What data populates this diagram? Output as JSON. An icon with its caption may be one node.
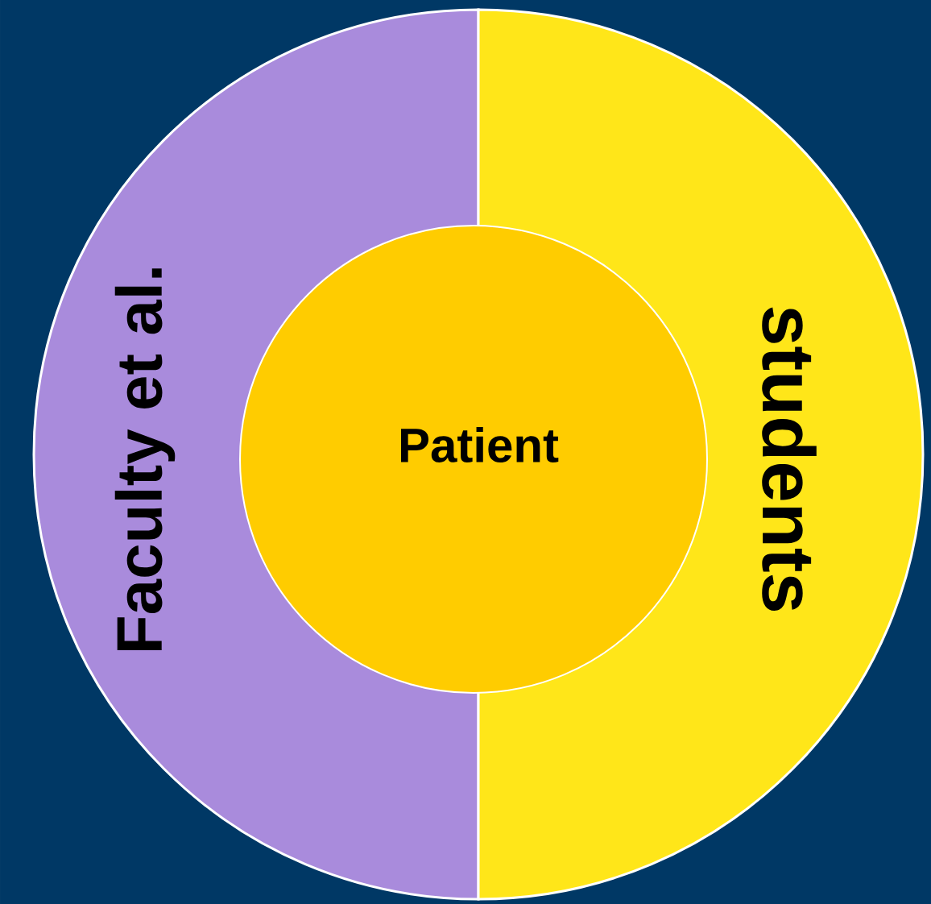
{
  "diagram": {
    "nodes": [
      {
        "text": [
          "Faculty et al."
        ]
      },
      {
        "text": [
          "students"
        ]
      },
      {
        "text": [
          "Patient"
        ]
      }
    ]
  }
}
